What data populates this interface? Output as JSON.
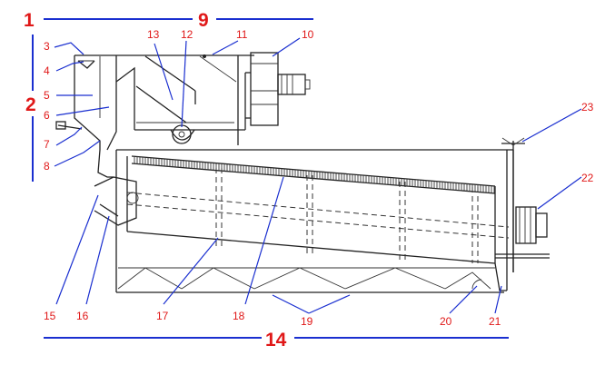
{
  "diagram": {
    "labels": {
      "n1": "1",
      "n2": "2",
      "n3": "3",
      "n4": "4",
      "n5": "5",
      "n6": "6",
      "n7": "7",
      "n8": "8",
      "n9": "9",
      "n10": "10",
      "n11": "11",
      "n12": "12",
      "n13": "13",
      "n14": "14",
      "n15": "15",
      "n16": "16",
      "n17": "17",
      "n18": "18",
      "n19": "19",
      "n20": "20",
      "n21": "21",
      "n22": "22",
      "n23": "23"
    },
    "colors": {
      "labels": "#e01818",
      "leaders": "#1a2fd0",
      "drawing": "#222222"
    }
  }
}
